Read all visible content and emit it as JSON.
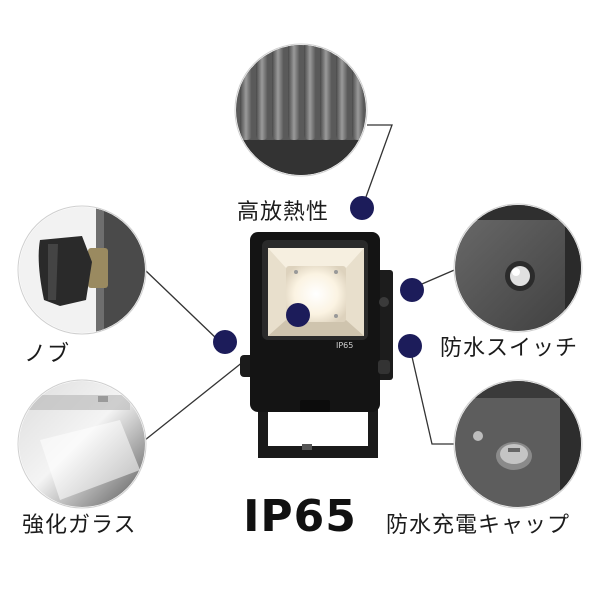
{
  "labels": {
    "heat_dissipation": "高放熱性",
    "knob": "ノブ",
    "waterproof_switch": "防水スイッチ",
    "tempered_glass": "強化ガラス",
    "waterproof_cap": "防水充電キャップ"
  },
  "product": {
    "badge": "IP65"
  },
  "title": "IP65",
  "colors": {
    "marker": "#1c1c5a",
    "body": "#141414",
    "line": "#333333"
  }
}
